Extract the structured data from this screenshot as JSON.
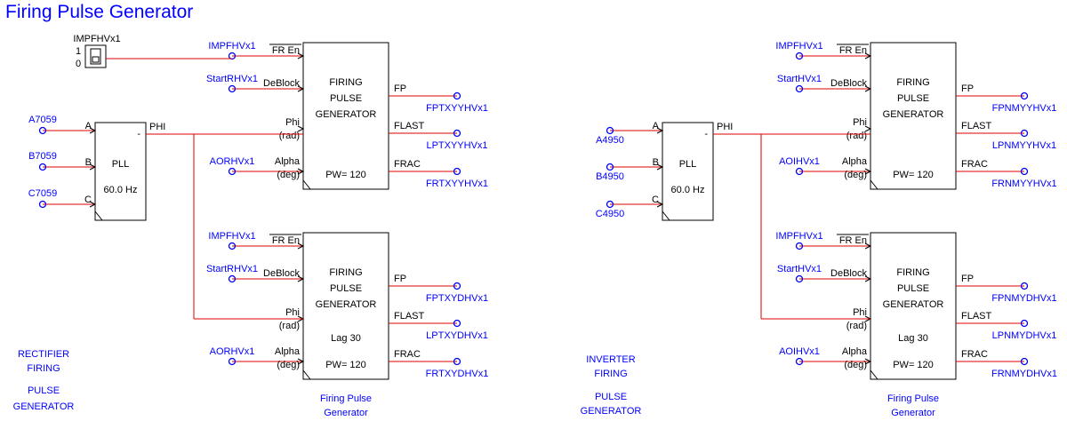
{
  "title": "Firing Pulse Generator",
  "switch": {
    "name": "IMPFHVx1",
    "on_label": "1",
    "off_label": "0"
  },
  "rectifier": {
    "pll": {
      "inputs": [
        "A7059",
        "B7059",
        "C7059"
      ],
      "ports": [
        "A",
        "B",
        "C"
      ],
      "name": "PLL",
      "freq": "60.0 Hz",
      "out_port": "-",
      "out_label": "PHI"
    },
    "gen1": {
      "inputs": [
        "IMPFHVx1",
        "StartRHVx1",
        "AORHVx1"
      ],
      "ports": [
        "FR En",
        "DeBlock",
        "Phi",
        "(rad)",
        "Alpha",
        "(deg)"
      ],
      "body": [
        "FIRING",
        "PULSE",
        "GENERATOR"
      ],
      "pw": "PW= 120",
      "out_ports": [
        "FP",
        "FLAST",
        "FRAC"
      ],
      "outputs": [
        "FPTXYYHVx1",
        "LPTXYYHVx1",
        "FRTXYYHVx1"
      ]
    },
    "gen2": {
      "inputs": [
        "IMPFHVx1",
        "StartRHVx1",
        "AORHVx1"
      ],
      "ports": [
        "FR En",
        "DeBlock",
        "Phi",
        "(rad)",
        "Alpha",
        "(deg)"
      ],
      "body": [
        "FIRING",
        "PULSE",
        "GENERATOR"
      ],
      "lag": "Lag 30",
      "pw": "PW= 120",
      "out_ports": [
        "FP",
        "FLAST",
        "FRAC"
      ],
      "outputs": [
        "FPTXYDHVx1",
        "LPTXYDHVx1",
        "FRTXYDHVx1"
      ]
    },
    "label": [
      "RECTIFIER",
      "FIRING",
      "PULSE",
      "GENERATOR"
    ],
    "caption": [
      "Firing Pulse",
      "Generator"
    ]
  },
  "inverter": {
    "pll": {
      "inputs": [
        "A4950",
        "B4950",
        "C4950"
      ],
      "ports": [
        "A",
        "B",
        "C"
      ],
      "name": "PLL",
      "freq": "60.0 Hz",
      "out_port": "-",
      "out_label": "PHI"
    },
    "gen1": {
      "inputs": [
        "IMPFHVx1",
        "StartHVx1",
        "AOIHVx1"
      ],
      "ports": [
        "FR En",
        "DeBlock",
        "Phi",
        "(rad)",
        "Alpha",
        "(deg)"
      ],
      "body": [
        "FIRING",
        "PULSE",
        "GENERATOR"
      ],
      "pw": "PW= 120",
      "out_ports": [
        "FP",
        "FLAST",
        "FRAC"
      ],
      "outputs": [
        "FPNMYYHVx1",
        "LPNMYYHVx1",
        "FRNMYYHVx1"
      ]
    },
    "gen2": {
      "inputs": [
        "IMPFHVx1",
        "StartHVx1",
        "AOIHVx1"
      ],
      "ports": [
        "FR En",
        "DeBlock",
        "Phi",
        "(rad)",
        "Alpha",
        "(deg)"
      ],
      "body": [
        "FIRING",
        "PULSE",
        "GENERATOR"
      ],
      "lag": "Lag 30",
      "pw": "PW= 120",
      "out_ports": [
        "FP",
        "FLAST",
        "FRAC"
      ],
      "outputs": [
        "FPNMYDHVx1",
        "LPNMYDHVx1",
        "FRNMYDHVx1"
      ]
    },
    "label": [
      "INVERTER",
      "FIRING",
      "PULSE",
      "GENERATOR"
    ],
    "caption": [
      "Firing Pulse",
      "Generator"
    ]
  },
  "colors": {
    "wire": "#dd0000",
    "label": "#0000ff",
    "line": "#000000"
  }
}
